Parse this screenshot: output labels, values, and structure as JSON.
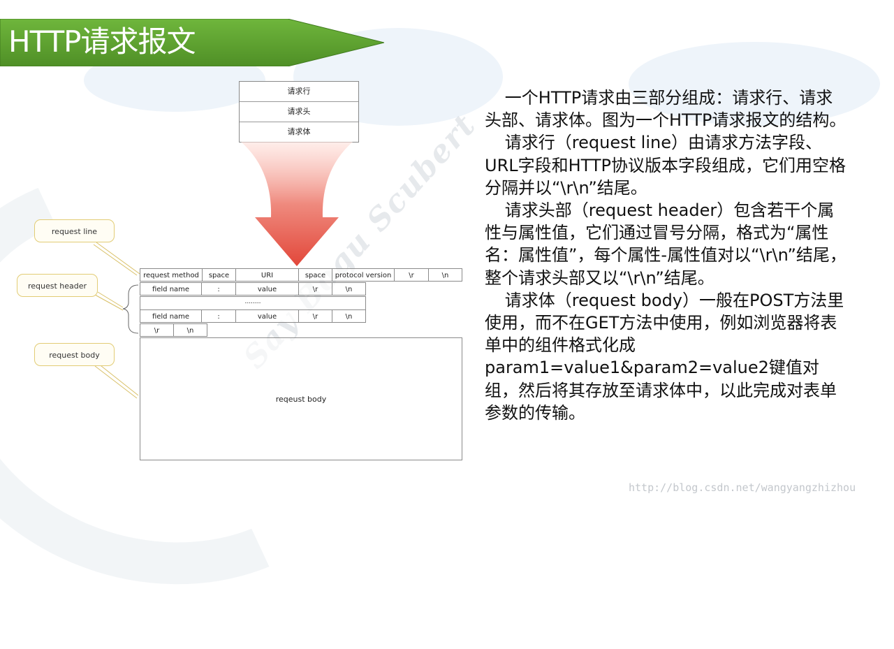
{
  "slide": {
    "title": "HTTP请求报文",
    "title_color": "#5a9e2f",
    "watermark_url": "http://blog.csdn.net/wangyangzhizhou"
  },
  "diagram": {
    "stack": [
      "请求行",
      "请求头",
      "请求体"
    ],
    "request_line": [
      "request method",
      "space",
      "URI",
      "space",
      "protocol version",
      "\\r",
      "\\n"
    ],
    "header_row": [
      "field name",
      ":",
      "value",
      "\\r",
      "\\n"
    ],
    "ellipsis": "........",
    "crlf": [
      "\\r",
      "\\n"
    ],
    "body_label": "reqeust body",
    "callouts": {
      "request_line": "request line",
      "request_header": "request header",
      "request_body": "request body"
    },
    "arrow_color": "#e8574a"
  },
  "text": {
    "paragraphs": [
      "一个HTTP请求由三部分组成：请求行、请求头部、请求体。图为一个HTTP请求报文的结构。",
      "请求行（request line）由请求方法字段、URL字段和HTTP协议版本字段组成，它们用空格分隔并以“\\r\\n”结尾。",
      "请求头部（request header）包含若干个属性与属性值，它们通过冒号分隔，格式为“属性名：属性值”，每个属性-属性值对以“\\r\\n”结尾，整个请求头部又以“\\r\\n”结尾。",
      "请求体（request body）一般在POST方法里使用，而不在GET方法中使用，例如浏览器将表单中的组件格式化成param1=value1&param2=value2键值对组，然后将其存放至请求体中，以此完成对表单参数的传输。"
    ]
  }
}
